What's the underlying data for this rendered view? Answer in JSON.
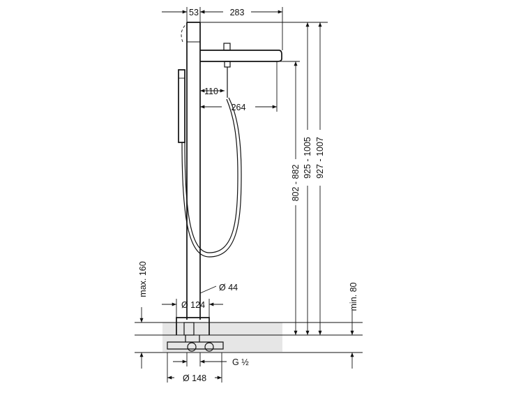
{
  "drawing": {
    "dimensions": {
      "wall_offset": "53",
      "spout_length": "283",
      "handshower_offset": "110",
      "spout_to_outlet": "264",
      "outlet_height": "802 - 882",
      "total_height_a": "925 - 1005",
      "total_height_b": "927 - 1007",
      "max_depth": "max. 160",
      "min_depth": "min. 80",
      "column_diameter": "Ø 44",
      "base_diameter": "Ø 124",
      "thread": "G ½",
      "rosette_diameter": "Ø 148"
    },
    "colors": {
      "line": "#111111",
      "floor_fill": "#e6e6e6"
    }
  }
}
